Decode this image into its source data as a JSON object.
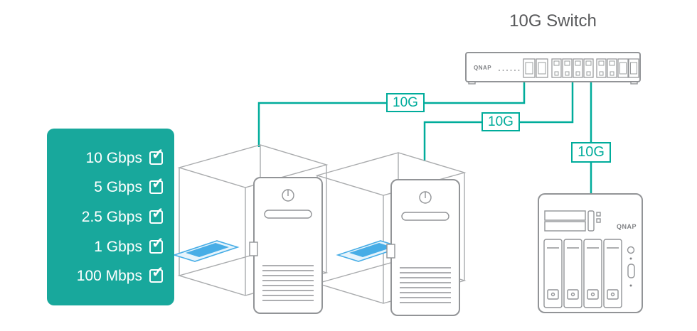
{
  "switch": {
    "title": "10G Switch",
    "brand": "QNAP"
  },
  "nas": {
    "brand": "QNAP"
  },
  "links": [
    {
      "label": "10G"
    },
    {
      "label": "10G"
    },
    {
      "label": "10G"
    }
  ],
  "speed_panel": {
    "check": "✓",
    "items": [
      {
        "label": "10 Gbps"
      },
      {
        "label": "5 Gbps"
      },
      {
        "label": "2.5 Gbps"
      },
      {
        "label": "1 Gbps"
      },
      {
        "label": "100 Mbps"
      }
    ]
  },
  "colors": {
    "teal": "#18a89c",
    "line_teal": "#00ac9b",
    "card_blue": "#47ade6",
    "outline_gray": "#929497",
    "text_gray": "#58595b"
  }
}
